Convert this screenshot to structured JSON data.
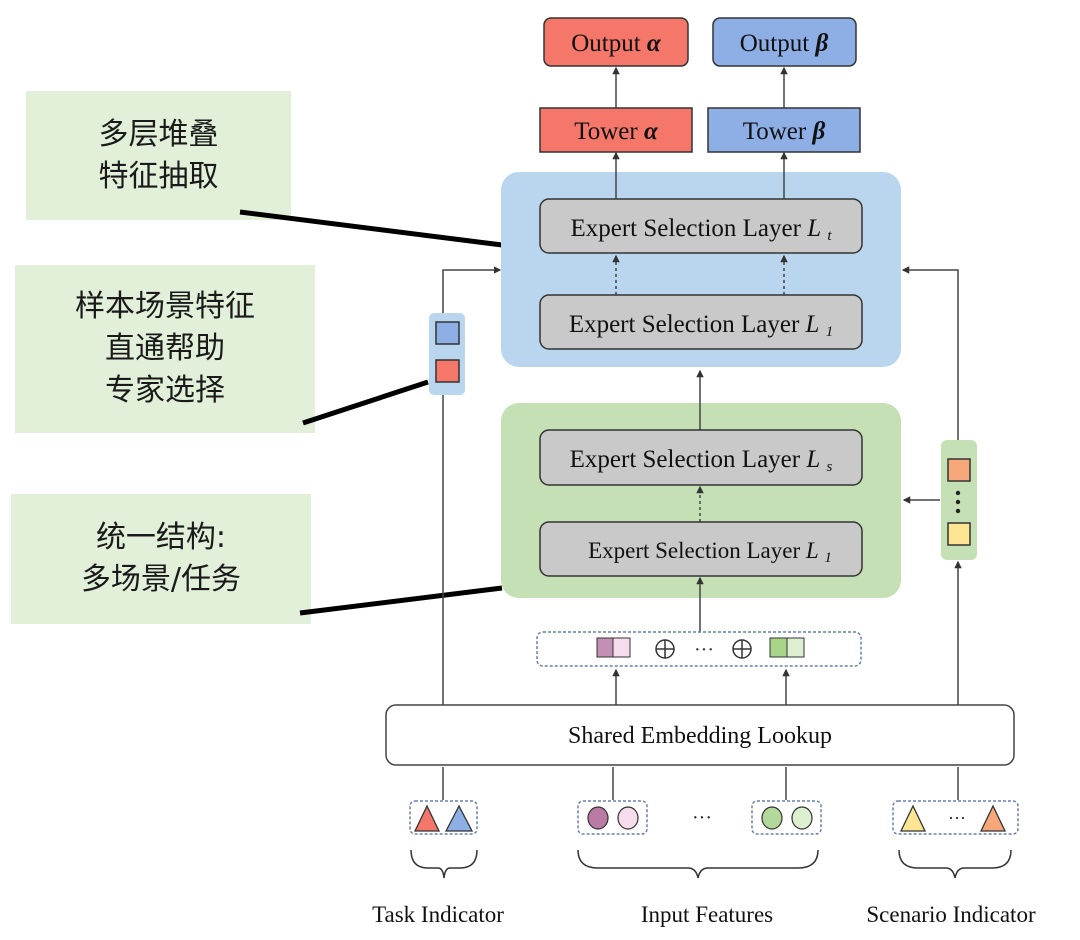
{
  "outputs": [
    {
      "label": "Output",
      "symbol": "α",
      "color": "#f4776a"
    },
    {
      "label": "Output",
      "symbol": "β",
      "color": "#8eaee6"
    }
  ],
  "towers": [
    {
      "label": "Tower",
      "symbol": "α",
      "color": "#f4776a"
    },
    {
      "label": "Tower",
      "symbol": "β",
      "color": "#8eaee6"
    }
  ],
  "task_block": {
    "color": "#bad6ef",
    "layers": [
      {
        "label": "Expert Selection Layer",
        "sub": "L",
        "subscript": "t"
      },
      {
        "label": "Expert Selection Layer",
        "sub": "L",
        "subscript": "1"
      }
    ]
  },
  "scenario_block": {
    "color": "#c5e0b4",
    "layers": [
      {
        "label": "Expert Selection Layer",
        "sub": "L",
        "subscript": "s"
      },
      {
        "label": "Expert Selection Layer",
        "sub": "L",
        "subscript": "1"
      }
    ]
  },
  "concat": {
    "op": "⊕",
    "ellipsis": "···"
  },
  "shared_embedding": {
    "label": "Shared Embedding Lookup"
  },
  "inputs": {
    "ellipsis": "···",
    "groups": [
      {
        "label": "Task Indicator"
      },
      {
        "label": "Input Features"
      },
      {
        "label": "Scenario Indicator"
      }
    ]
  },
  "callouts": [
    {
      "lines": [
        "多层堆叠",
        "特征抽取"
      ]
    },
    {
      "lines": [
        "样本场景特征",
        "直通帮助",
        "专家选择"
      ]
    },
    {
      "lines": [
        "统一结构:",
        "多场景/任务"
      ]
    }
  ],
  "colors": {
    "red": "#f4776a",
    "blue": "#8eaee6",
    "orange": "#f5a77a",
    "yellow": "#fde593",
    "purple_dark": "#c58fb5",
    "purple_light": "#f6dcec",
    "green_dark": "#a7d486",
    "green_light": "#dcefd0",
    "gray_layer": "#c9c9c9"
  }
}
